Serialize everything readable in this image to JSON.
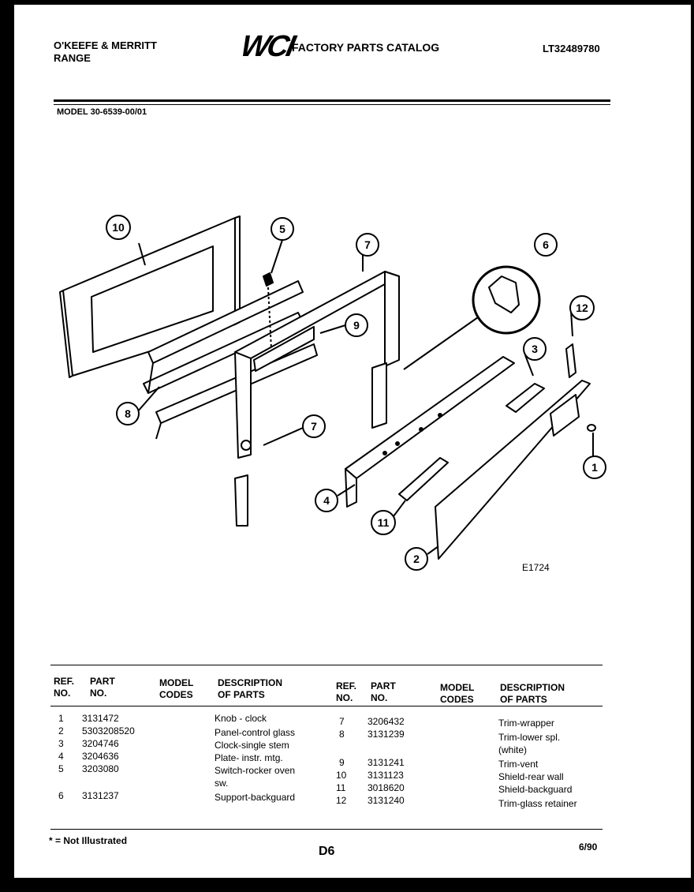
{
  "header": {
    "brand_line1": "O'KEEFE & MERRITT",
    "brand_line2": "RANGE",
    "logo": "WCI",
    "catalog": "FACTORY PARTS CATALOG",
    "catalog_code": "LT32489780",
    "model": "MODEL 30-6539-00/01"
  },
  "diagram": {
    "figure_code": "E1724",
    "callouts": [
      "10",
      "5",
      "7",
      "6",
      "9",
      "12",
      "3",
      "8",
      "7",
      "1",
      "4",
      "11",
      "2"
    ]
  },
  "table": {
    "headers": {
      "ref_line1": "REF.",
      "ref_line2": "NO.",
      "part_line1": "PART",
      "part_line2": "NO.",
      "model_line1": "MODEL",
      "model_line2": "CODES",
      "desc_line1": "DESCRIPTION",
      "desc_line2": "OF PARTS"
    },
    "left_rows": [
      {
        "ref": "1",
        "part": "3131472",
        "desc": "Knob - clock"
      },
      {
        "ref": "2",
        "part": "5303208520",
        "desc": "Panel-control glass"
      },
      {
        "ref": "3",
        "part": "3204746",
        "desc": "Clock-single stem"
      },
      {
        "ref": "4",
        "part": "3204636",
        "desc": "Plate- instr. mtg."
      },
      {
        "ref": "5",
        "part": "3203080",
        "desc": "Switch-rocker oven",
        "desc2": "sw."
      },
      {
        "ref": "6",
        "part": "3131237",
        "desc": "Support-backguard"
      }
    ],
    "right_rows": [
      {
        "ref": "7",
        "part": "3206432",
        "desc": "Trim-wrapper"
      },
      {
        "ref": "8",
        "part": "3131239",
        "desc": "Trim-lower spl.",
        "desc2": "(white)"
      },
      {
        "ref": "9",
        "part": "3131241",
        "desc": "Trim-vent"
      },
      {
        "ref": "10",
        "part": "3131123",
        "desc": "Shield-rear wall"
      },
      {
        "ref": "11",
        "part": "3018620",
        "desc": "Shield-backguard"
      },
      {
        "ref": "12",
        "part": "3131240",
        "desc": "Trim-glass retainer"
      }
    ]
  },
  "footer": {
    "note": "* = Not Illustrated",
    "page": "D6",
    "date": "6/90"
  }
}
